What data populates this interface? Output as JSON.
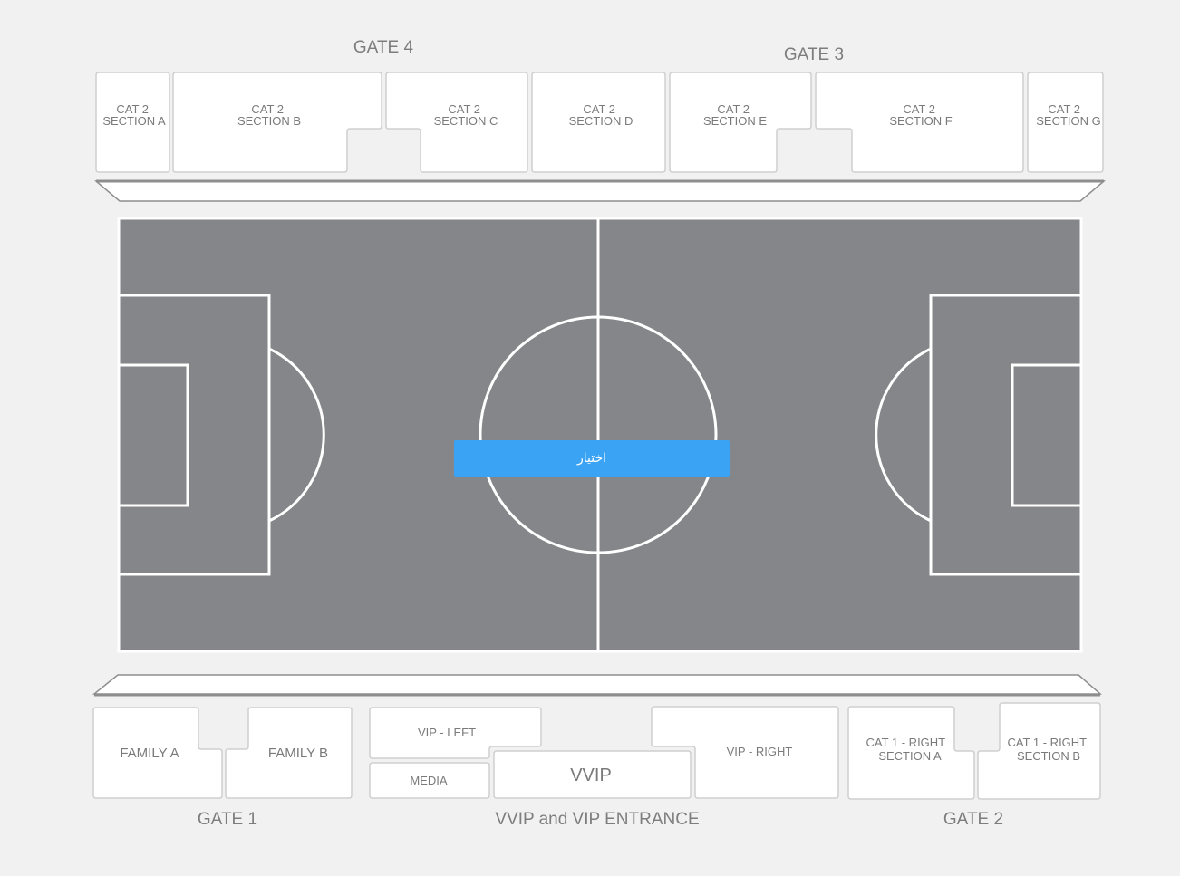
{
  "gates": {
    "gate4": "GATE 4",
    "gate3": "GATE 3",
    "gate1": "GATE 1",
    "gate2": "GATE 2",
    "vip_entrance": "VVIP and VIP ENTRANCE"
  },
  "sections": {
    "cat2_a": [
      "CAT 2",
      "SECTION A"
    ],
    "cat2_b": [
      "CAT 2",
      "SECTION B"
    ],
    "cat2_c": [
      "CAT 2",
      "SECTION C"
    ],
    "cat2_d": [
      "CAT 2",
      "SECTION D"
    ],
    "cat2_e": [
      "CAT 2",
      "SECTION E"
    ],
    "cat2_f": [
      "CAT 2",
      "SECTION F"
    ],
    "cat2_g": [
      "CAT 2",
      "SECTION G"
    ],
    "family_a": "FAMILY A",
    "family_b": "FAMILY B",
    "vip_left": "VIP - LEFT",
    "media": "MEDIA",
    "vvip": "VVIP",
    "vip_right": "VIP - RIGHT",
    "cat1_right_a": [
      "CAT 1 - RIGHT",
      "SECTION A"
    ],
    "cat1_right_b": [
      "CAT 1 - RIGHT",
      "SECTION B"
    ]
  },
  "select_button": {
    "label": "اختيار"
  },
  "colors": {
    "background": "#f1f1f1",
    "pitch": "#858689",
    "pitch_lines": "#ffffff",
    "section_fill": "#ffffff",
    "section_border": "#cfcfcf",
    "button": "#3aa3f3"
  }
}
